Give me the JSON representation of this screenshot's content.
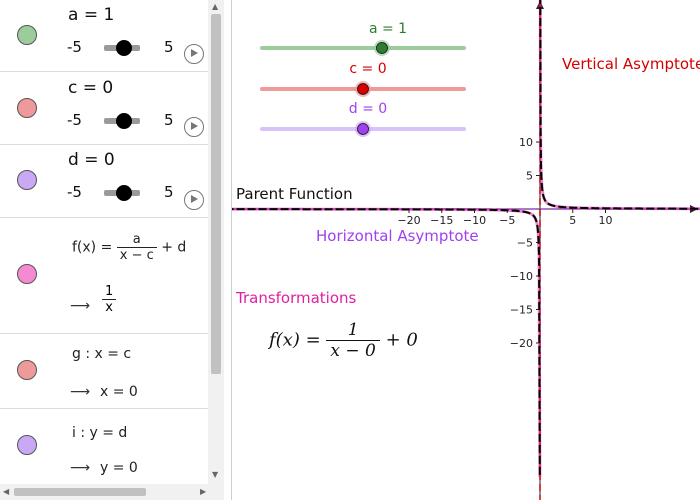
{
  "algebra": {
    "slider_a": {
      "label": "a = 1",
      "min": "-5",
      "max": "5",
      "value": 1,
      "color": "#9ccc9c"
    },
    "slider_c": {
      "label": "c = 0",
      "min": "-5",
      "max": "5",
      "value": 0,
      "color": "#ef9a9a"
    },
    "slider_d": {
      "label": "d = 0",
      "min": "-5",
      "max": "5",
      "value": 0,
      "color": "#c9a8f5"
    },
    "function_f": {
      "lhs": "f(x) =",
      "num": "a",
      "den": "x − c",
      "tail": "+ d",
      "result_num": "1",
      "result_den": "x",
      "color": "#f58ad2"
    },
    "line_g": {
      "definition": "g : x = c",
      "result": "x = 0",
      "color": "#ef9a9a"
    },
    "line_i": {
      "definition": "i : y = d",
      "result": "y = 0",
      "color": "#c9a8f5"
    },
    "arrow": "⟶"
  },
  "graphics": {
    "slider_a_label": "a = 1",
    "slider_c_label": "c = 0",
    "slider_d_label": "d = 0",
    "label_vertical": "Vertical Asymptote",
    "label_parent": "Parent Function",
    "label_horizontal": "Horizontal Asymptote",
    "label_transformations": "Transformations",
    "formula": {
      "lhs": "f(x) =",
      "num": "1",
      "den": "x − 0",
      "tail": "+ 0"
    },
    "x_ticks": [
      "−20",
      "−15",
      "−10",
      "−5",
      "5",
      "10"
    ],
    "y_ticks": [
      "10",
      "5",
      "−5",
      "−10",
      "−15",
      "−20"
    ],
    "colors": {
      "green": "#2e7d32",
      "red": "#d50000",
      "purple": "#a040f0",
      "magenta": "#e020a0",
      "curve": "#000000"
    }
  }
}
